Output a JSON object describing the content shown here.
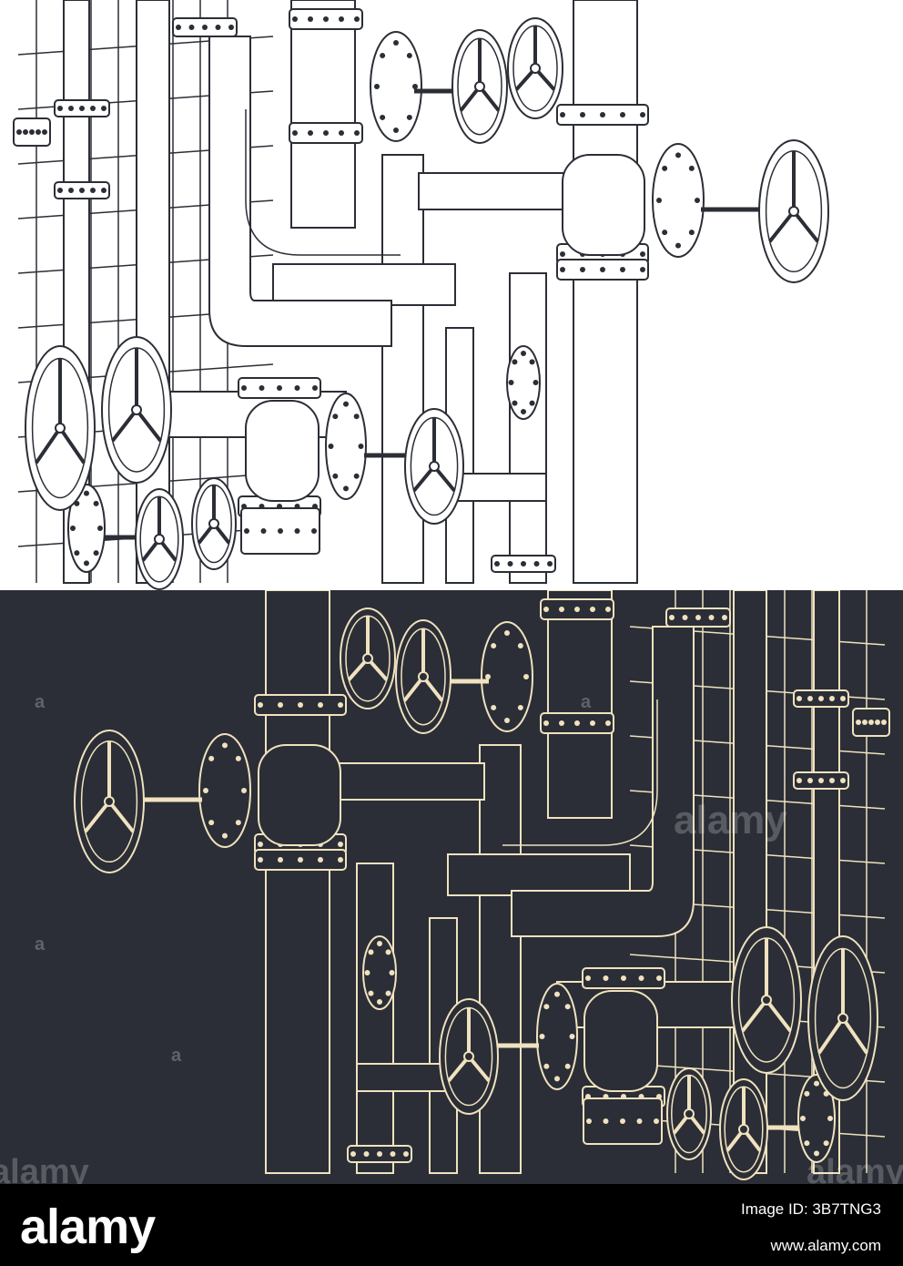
{
  "image": {
    "description_colors": {
      "top_background": "#ffffff",
      "top_line": "#2b2e36",
      "bottom_background": "#2b2e36",
      "bottom_line": "#f0e2bf",
      "footer_background": "#000000",
      "footer_text": "#ffffff"
    }
  },
  "watermark": {
    "center_text": "alamy",
    "edge_text": "alamy",
    "small_mark": "a"
  },
  "footer": {
    "logo": "alamy",
    "image_id": "Image ID: 3B7TNG3",
    "url": "www.alamy.com"
  }
}
